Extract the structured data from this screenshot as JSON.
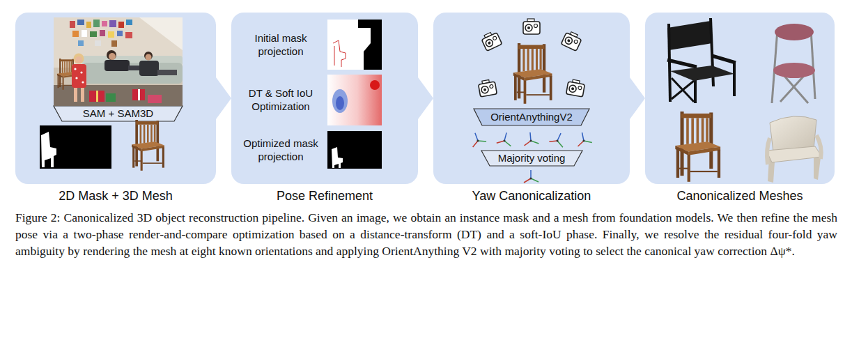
{
  "diagram": {
    "caption": "Figure 2: Canonicalized 3D object reconstruction pipeline. Given an image, we obtain an instance mask and a mesh from foundation models. We then refine the mesh pose via a two-phase render-and-compare optimization based on a distance-transform (DT) and a soft-IoU phase. Finally, we resolve the residual four-fold yaw ambiguity by rendering the mesh at eight known orientations and applying OrientAnything V2 with majority voting to select the canonical yaw correction Δψ*.",
    "nodes": [
      {
        "text": [
          "2D Mask + 3D Mesh"
        ]
      },
      {
        "text": [
          "SAM + SAM3D"
        ],
        "in": 0
      },
      {
        "text": [
          "Initial mask projection",
          "DT & Soft IoU Optimization",
          "Optimized mask projection",
          "Pose Refinement"
        ]
      },
      {
        "text": [
          "Yaw Canonicalization"
        ]
      },
      {
        "text": [
          "OrientAnythingV2"
        ],
        "in": 3
      },
      {
        "text": [
          "Majority voting"
        ],
        "in": 3
      },
      {
        "text": [
          "Canonicalized Meshes"
        ]
      }
    ],
    "edges": [
      {
        "from": 0,
        "to": 2,
        "arrow": "to"
      },
      {
        "from": 2,
        "to": 3,
        "arrow": "to"
      },
      {
        "from": 3,
        "to": 6,
        "arrow": "to"
      }
    ]
  }
}
